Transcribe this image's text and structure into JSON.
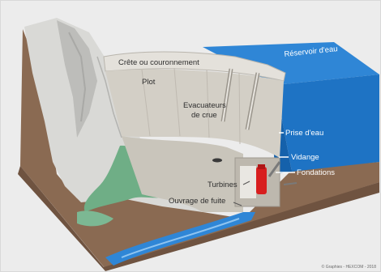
{
  "diagram": {
    "labels": {
      "crest": "Crête ou couronnement",
      "fruit": "Plot",
      "spillway_line1": "Evacuateurs",
      "spillway_line2": "de crue",
      "reservoir": "Réservoir d'eau",
      "intake": "Prise d'eau",
      "drain": "Vidange",
      "foundations": "Fondations",
      "turbines": "Turbines",
      "outlet": "Ouvrage de fuite"
    },
    "credit": "© Graphies - HEXCOM - 2018",
    "colors": {
      "water": "#1e73c4",
      "water_top": "#2f86d6",
      "water_side": "#1561ab",
      "concrete": "#d3cfc6",
      "rock": "#d9d9d6",
      "earth": "#8a6a52",
      "vegetation": "#6fae86",
      "turbine": "#d81e1e",
      "background": "#ececec"
    }
  }
}
